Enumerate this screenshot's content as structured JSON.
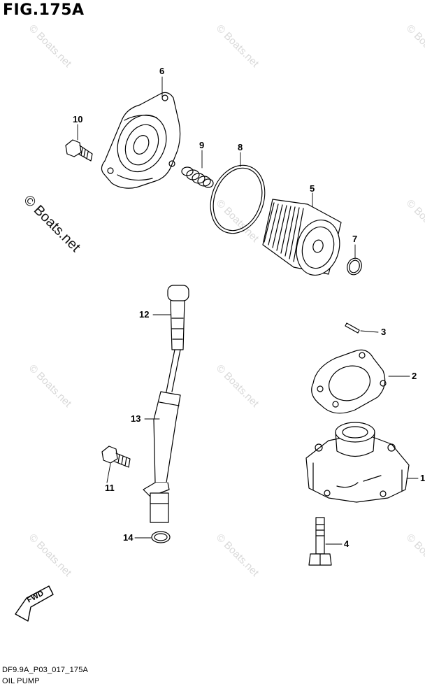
{
  "figure": {
    "title": "FIG.175A"
  },
  "watermark": {
    "text": "© Boats.net"
  },
  "callouts": [
    {
      "id": "part-1",
      "label": "1"
    },
    {
      "id": "part-2",
      "label": "2"
    },
    {
      "id": "part-3",
      "label": "3"
    },
    {
      "id": "part-4",
      "label": "4"
    },
    {
      "id": "part-5",
      "label": "5"
    },
    {
      "id": "part-6",
      "label": "6"
    },
    {
      "id": "part-7",
      "label": "7"
    },
    {
      "id": "part-8",
      "label": "8"
    },
    {
      "id": "part-9",
      "label": "9"
    },
    {
      "id": "part-10",
      "label": "10"
    },
    {
      "id": "part-11",
      "label": "11"
    },
    {
      "id": "part-12",
      "label": "12"
    },
    {
      "id": "part-13",
      "label": "13"
    },
    {
      "id": "part-14",
      "label": "14"
    }
  ],
  "direction_badge": {
    "text": "FWD"
  },
  "footer": {
    "code": "DF9.9A_P03_017_175A",
    "caption": "OIL PUMP"
  },
  "colors": {
    "ink": "#000000",
    "watermark": "#d9d9d9",
    "background": "#ffffff"
  }
}
